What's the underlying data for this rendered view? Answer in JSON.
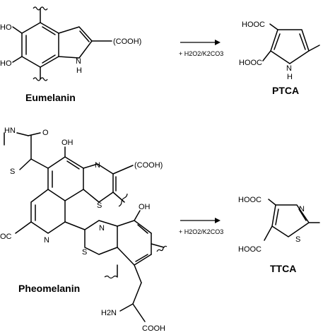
{
  "diagram": {
    "reactions": [
      {
        "reactant": {
          "name": "Eumelanin",
          "labels": {
            "ho_top": "HO",
            "ho_bottom": "HO",
            "cooh": "(COOH)",
            "n": "N",
            "h": "H"
          }
        },
        "reagent": "+ H2O2/K2CO3",
        "product": {
          "name": "PTCA",
          "labels": {
            "hooc_top": "HOOC",
            "hooc_bottom": "HOOC",
            "n": "N",
            "h": "H"
          }
        }
      },
      {
        "reactant": {
          "name": "Pheomelanin",
          "labels": {
            "hn": "HN",
            "o": "O",
            "s_left": "S",
            "oh_top": "OH",
            "n_ring": "N",
            "cooh": "(COOH)",
            "s_thiazine": "S",
            "n_iso": "N",
            "ooc": "OC",
            "n_benzo": "N",
            "s_benzo": "S",
            "oh_benzo": "OH",
            "h2n": "H2N",
            "cooh_bottom": "COOH"
          }
        },
        "reagent": "+ H2O2/K2CO3",
        "product": {
          "name": "TTCA",
          "labels": {
            "hooc_top": "HOOC",
            "hooc_bottom": "HOOC",
            "n": "N",
            "s": "S"
          }
        }
      }
    ]
  }
}
